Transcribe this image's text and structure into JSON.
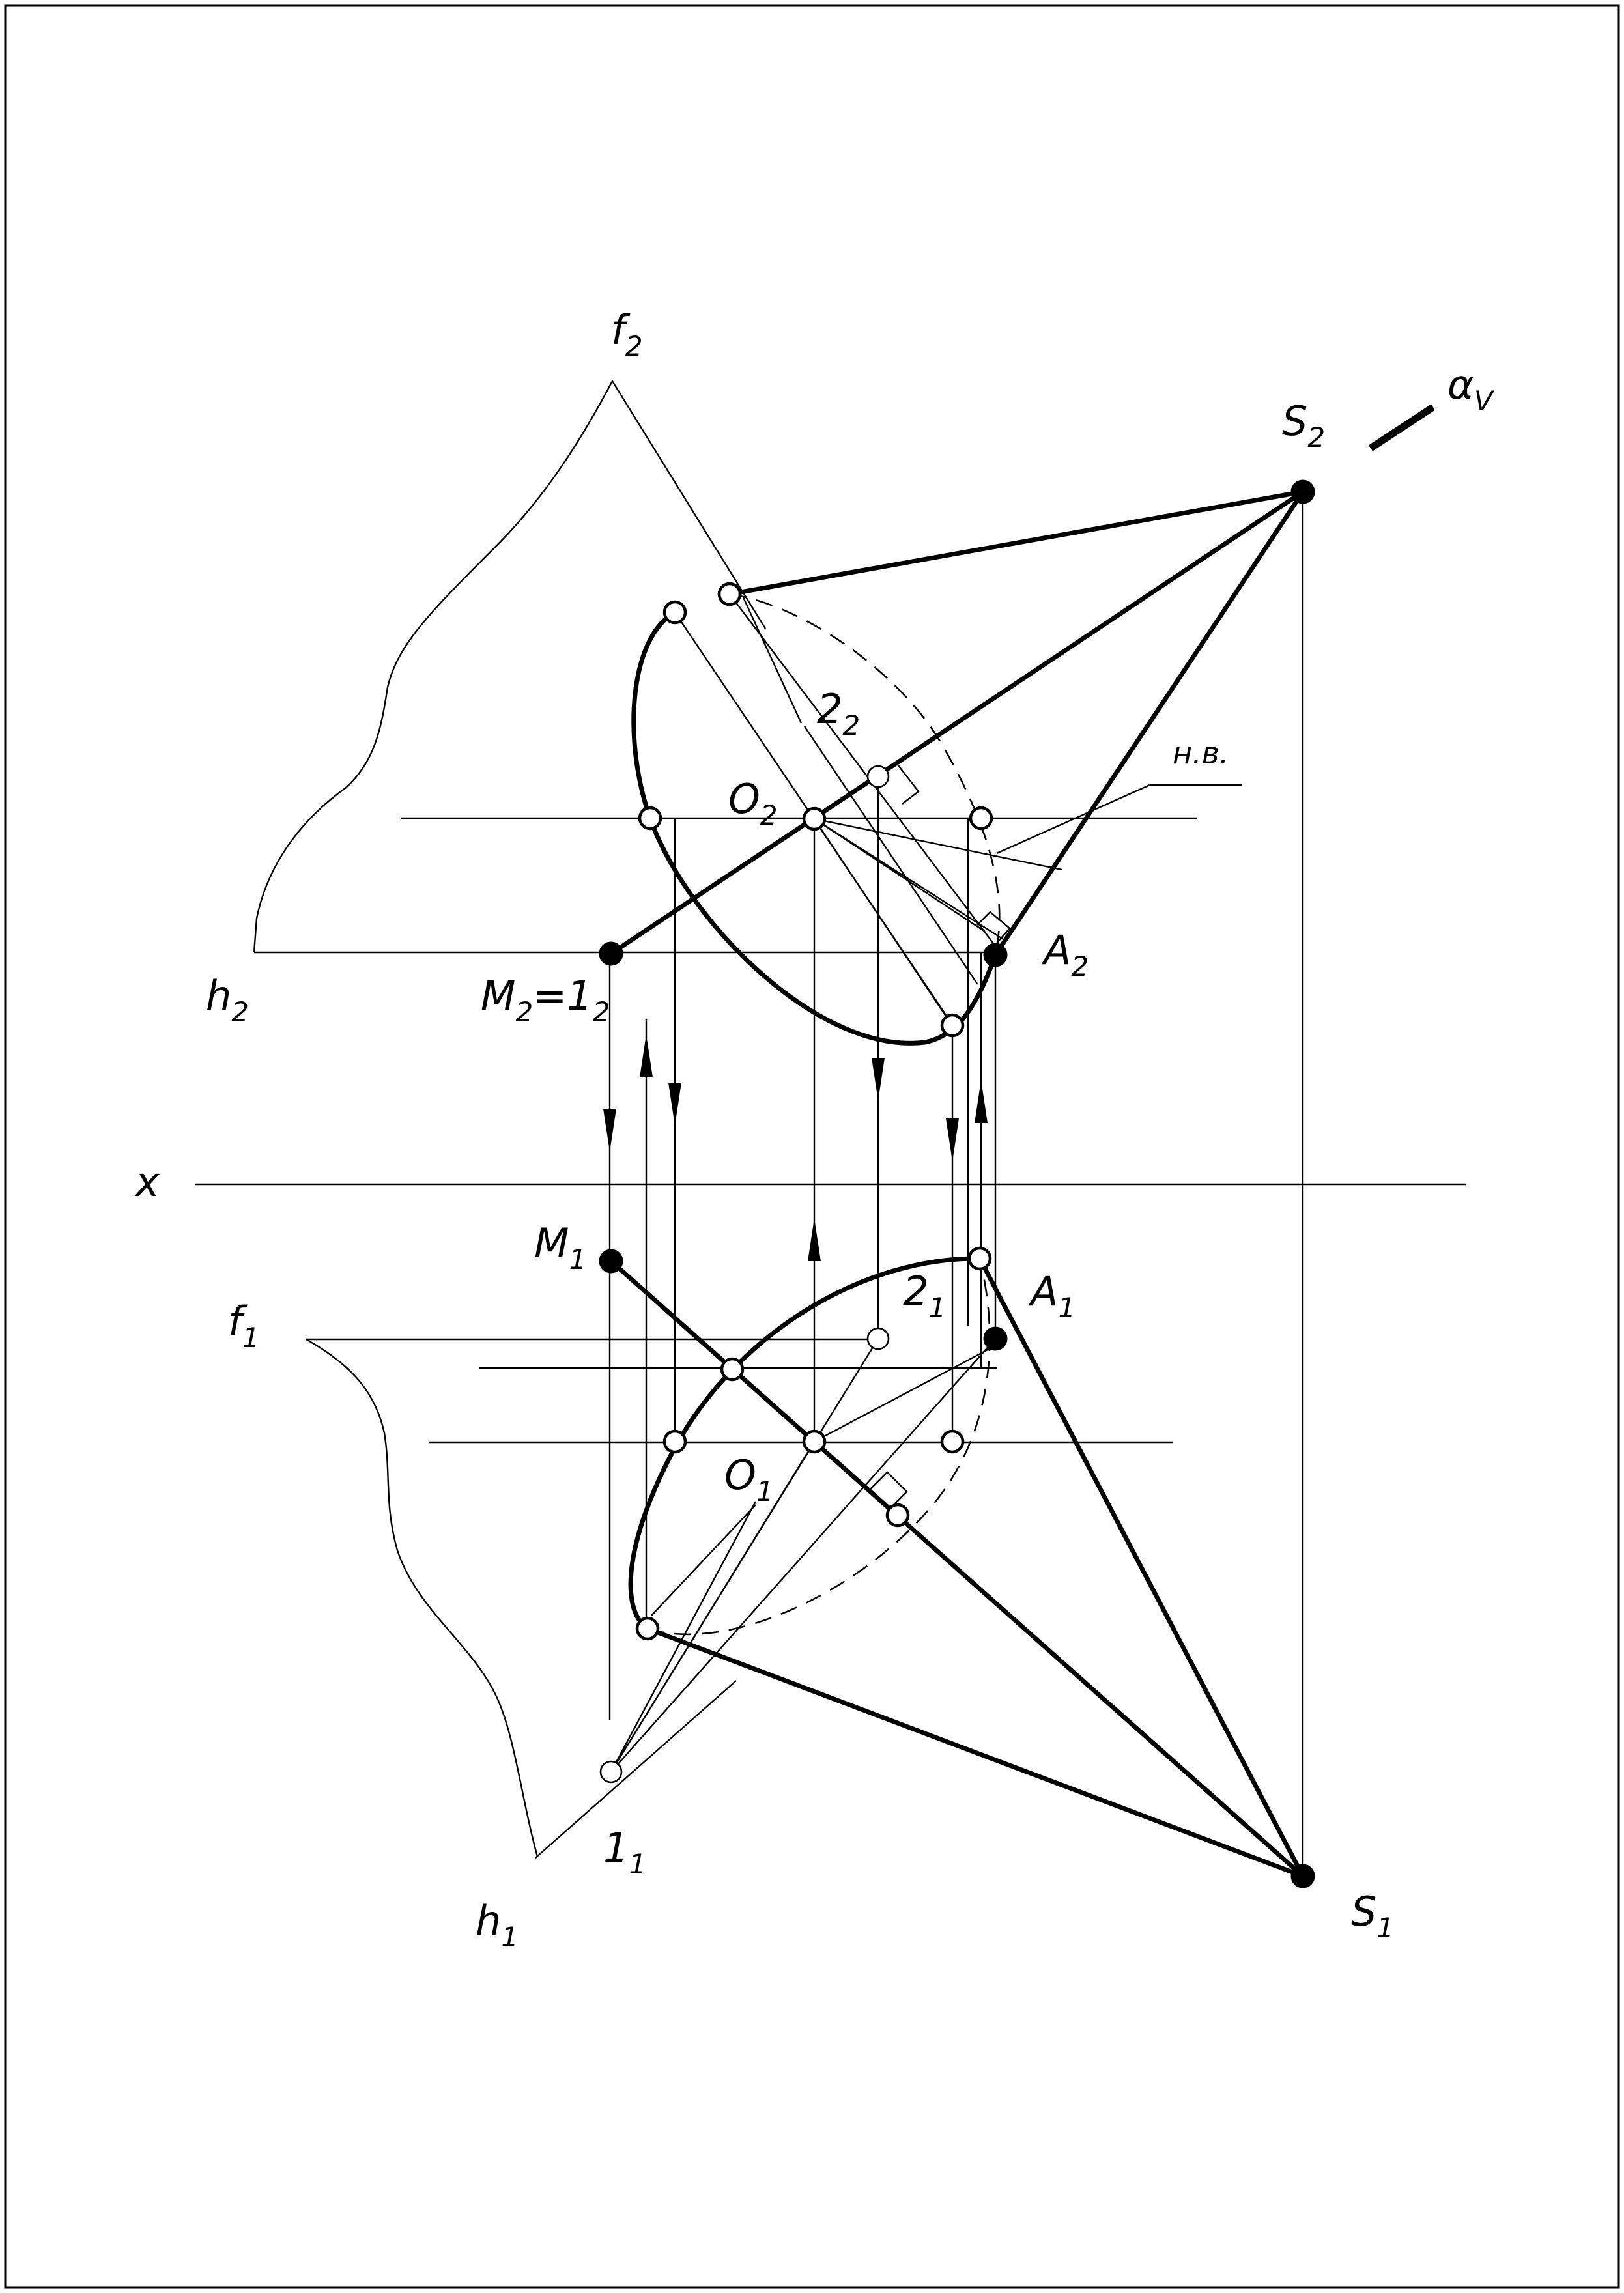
{
  "labels": {
    "f2": {
      "main": "f",
      "sub": "2"
    },
    "h2": {
      "main": "h",
      "sub": "2"
    },
    "S2": {
      "main": "S",
      "sub": "2"
    },
    "alpha_v": {
      "main": "α",
      "sub": "V"
    },
    "two2": {
      "main": "2",
      "sub": "2"
    },
    "nv": "н.в.",
    "O2": {
      "main": "O",
      "sub": "2"
    },
    "A2": {
      "main": "A",
      "sub": "2"
    },
    "M2": {
      "main": "M",
      "sub": "2"
    },
    "eq": "=",
    "one2": {
      "main": "1",
      "sub": "2"
    },
    "x": "x",
    "M1": {
      "main": "M",
      "sub": "1"
    },
    "two1": {
      "main": "2",
      "sub": "1"
    },
    "A1": {
      "main": "A",
      "sub": "1"
    },
    "f1": {
      "main": "f",
      "sub": "1"
    },
    "O1": {
      "main": "O",
      "sub": "1"
    },
    "one1": {
      "main": "1",
      "sub": "1"
    },
    "h1": {
      "main": "h",
      "sub": "1"
    },
    "S1": {
      "main": "S",
      "sub": "1"
    }
  }
}
